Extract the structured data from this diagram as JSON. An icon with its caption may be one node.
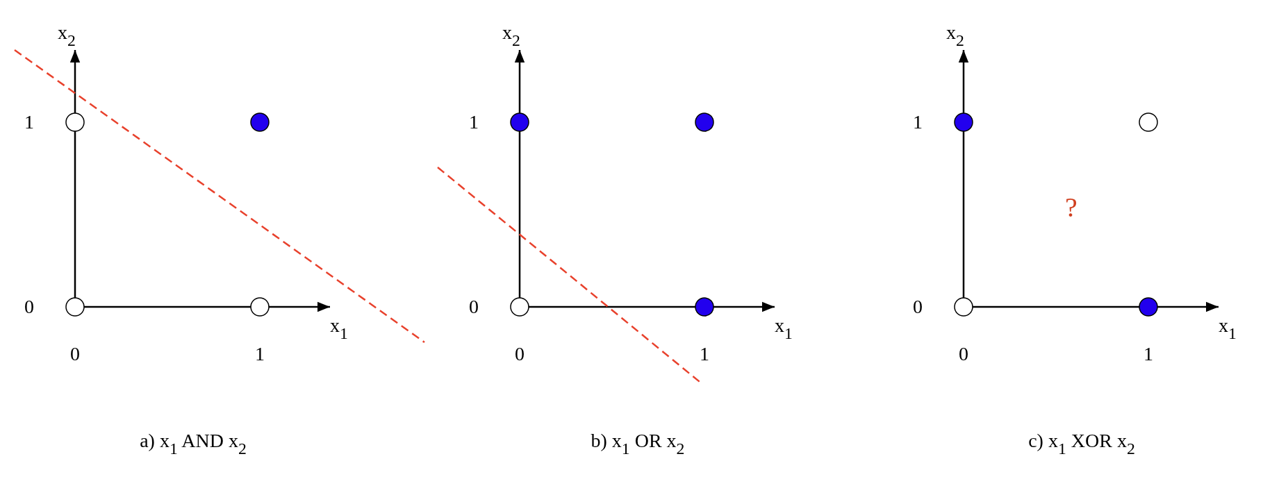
{
  "diagram": {
    "labels": [
      "x$_{2}$",
      "1",
      "0",
      "0",
      "1",
      "x$_{1}$",
      "a)  x$_{1}$ AND x$_{2}$",
      "x$_{2}$",
      "1",
      "0",
      "0",
      "1",
      "x$_{1}$",
      "b)  x$_{1}$ OR x$_{2}$",
      "x$_{2}$",
      "1",
      "?",
      "0",
      "0",
      "1",
      "x$_{1}$",
      "c)  x$_{1}$ XOR x$_{2}$"
    ]
  }
}
